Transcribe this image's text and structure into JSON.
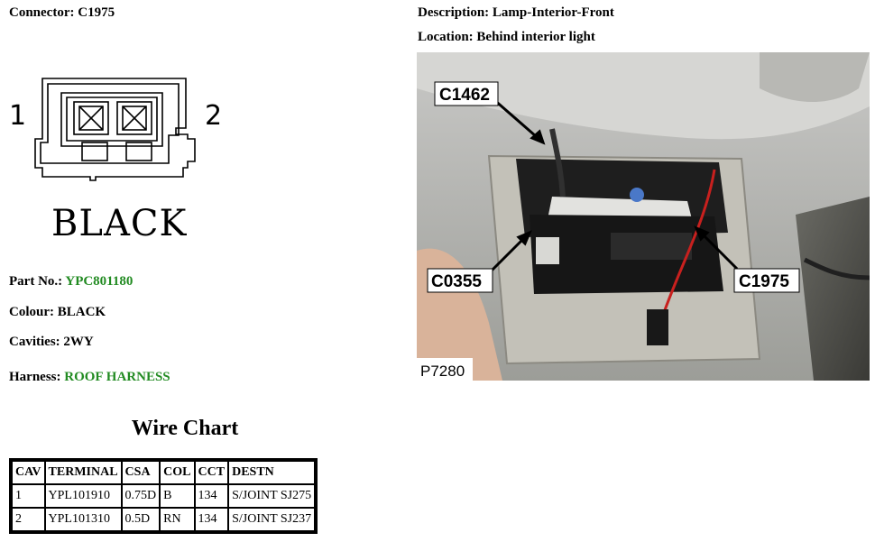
{
  "connector": {
    "label": "Connector:",
    "value": "C1975",
    "pin_left": "1",
    "pin_right": "2",
    "colour_label": "BLACK"
  },
  "info": {
    "part_label": "Part No.:",
    "part_value": "YPC801180",
    "colour_label": "Colour:",
    "colour_value": "BLACK",
    "cavities_label": "Cavities:",
    "cavities_value": "2WY",
    "harness_label": "Harness:",
    "harness_value": "ROOF HARNESS"
  },
  "description": {
    "label": "Description:",
    "value": "Lamp-Interior-Front"
  },
  "location": {
    "label": "Location:",
    "value": "Behind interior light"
  },
  "photo": {
    "callouts": [
      "C1462",
      "C0355",
      "C1975"
    ],
    "ref": "P7280"
  },
  "wire_chart": {
    "title": "Wire Chart",
    "headers": [
      "CAV",
      "TERMINAL",
      "CSA",
      "COL",
      "CCT",
      "DESTN"
    ],
    "rows": [
      [
        "1",
        "YPL101910",
        "0.75D",
        "B",
        "134",
        "S/JOINT SJ275"
      ],
      [
        "2",
        "YPL101310",
        "0.5D",
        "RN",
        "134",
        "S/JOINT SJ237"
      ]
    ]
  },
  "colors": {
    "accent_green": "#228b22"
  }
}
